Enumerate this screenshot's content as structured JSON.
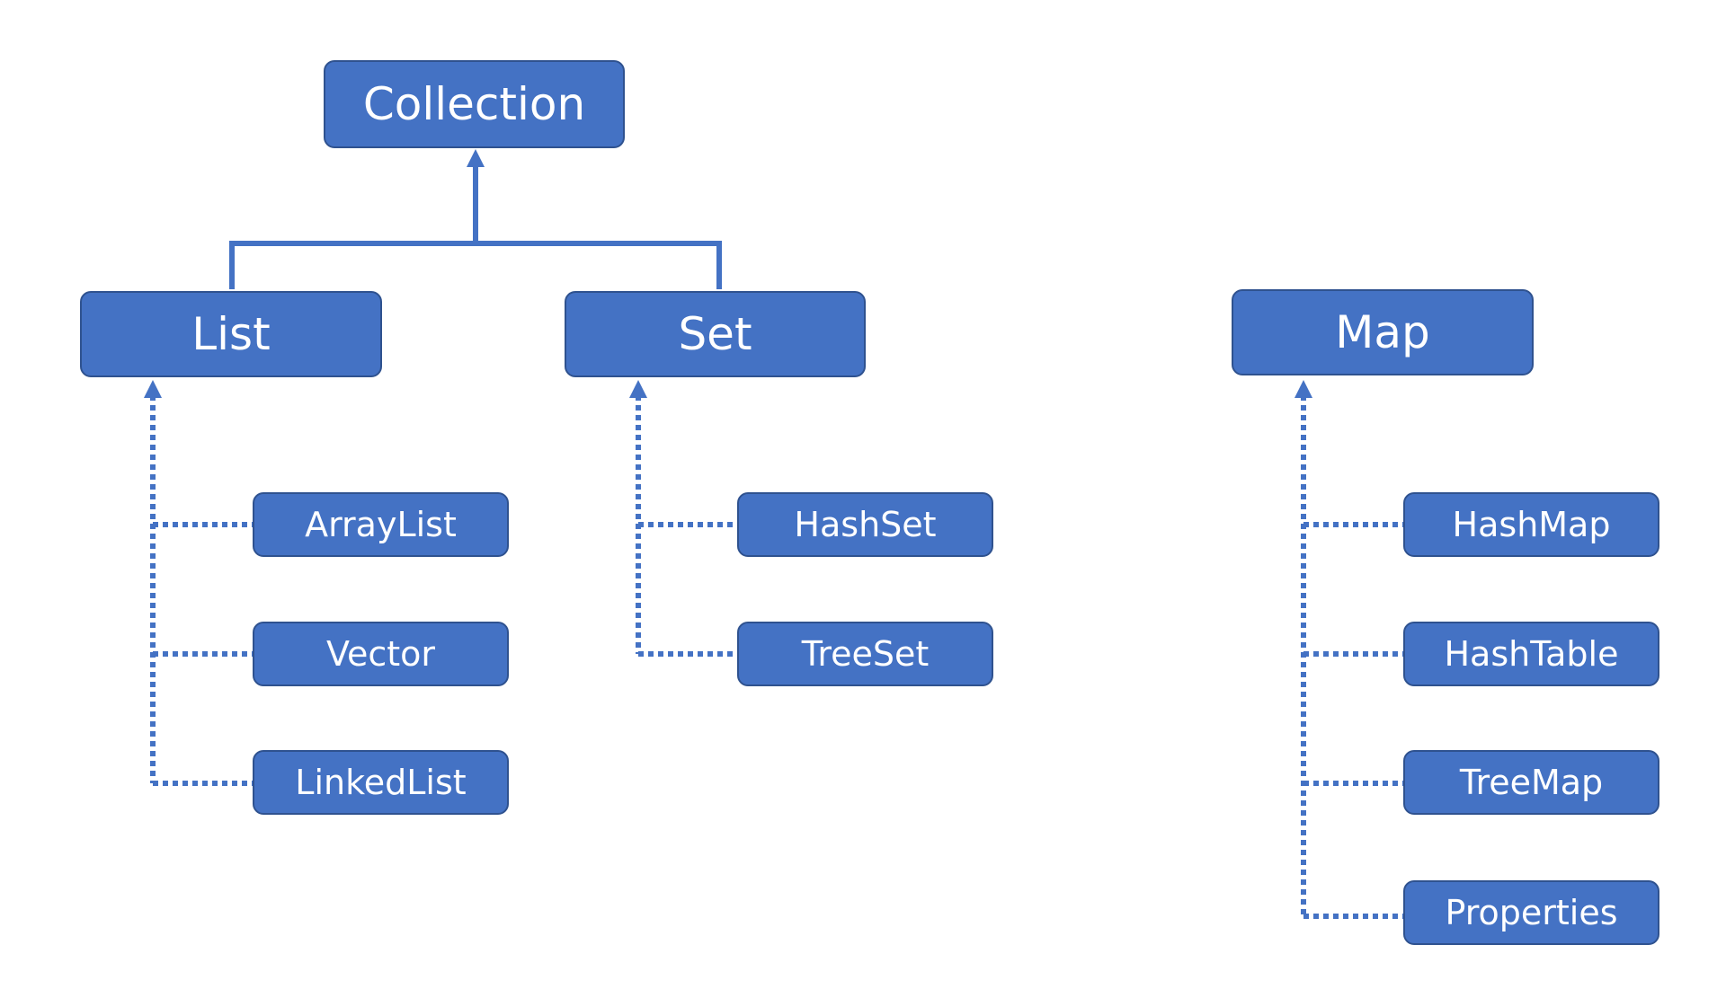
{
  "diagram": {
    "root": "Collection",
    "interfaces": {
      "list": "List",
      "set": "Set",
      "map": "Map"
    },
    "list_impls": [
      "ArrayList",
      "Vector",
      "LinkedList"
    ],
    "set_impls": [
      "HashSet",
      "TreeSet"
    ],
    "map_impls": [
      "HashMap",
      "HashTable",
      "TreeMap",
      "Properties"
    ],
    "colors": {
      "box_fill": "#4472C4",
      "box_border": "#2F528F",
      "text": "#ffffff",
      "connector": "#4472C4"
    }
  }
}
